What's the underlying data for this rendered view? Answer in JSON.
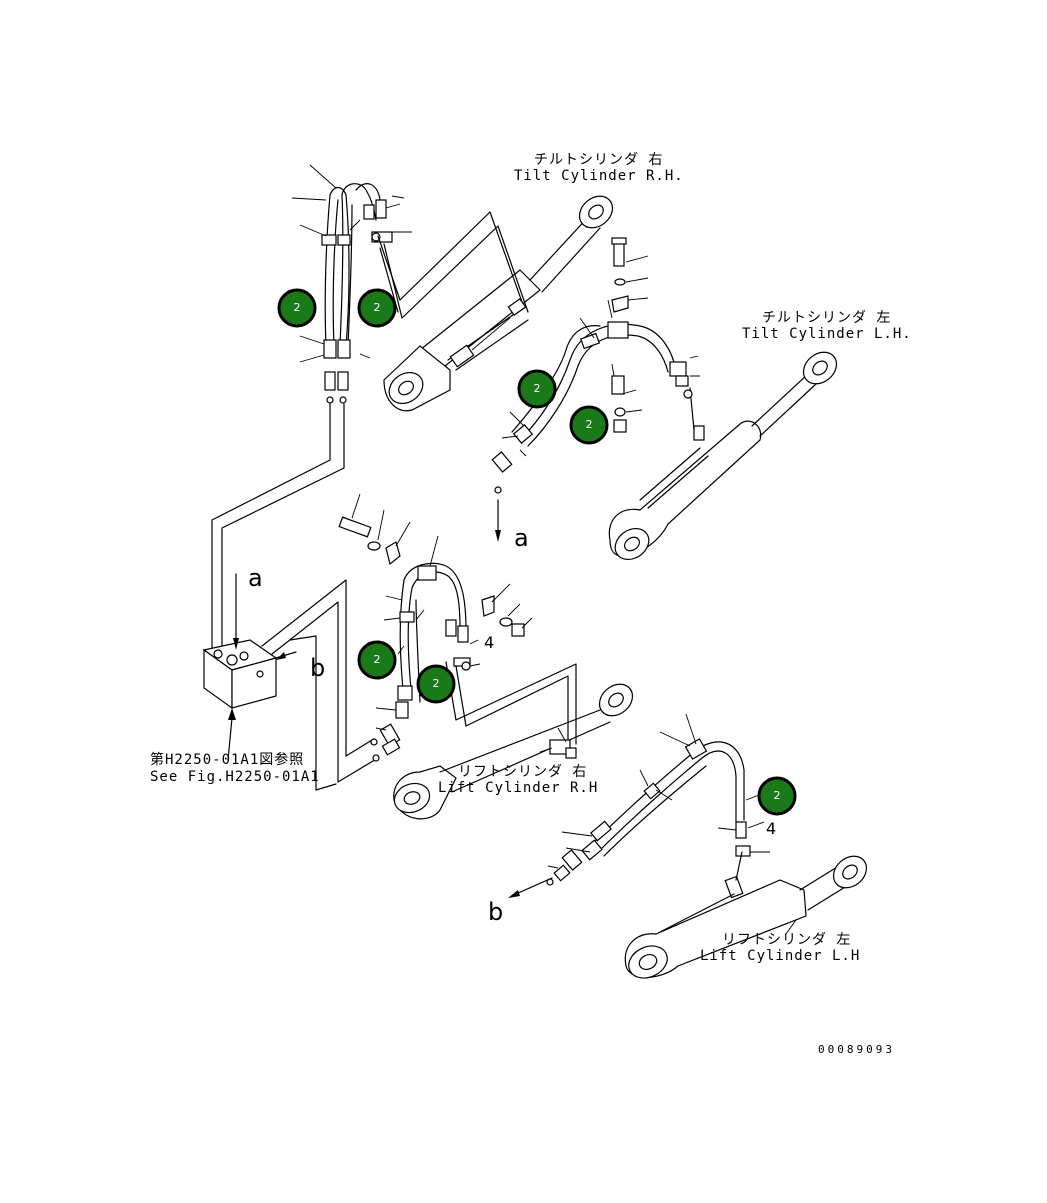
{
  "labels": {
    "tilt_rh_jp": "チルトシリンダ 右",
    "tilt_rh_en": "Tilt Cylinder R.H.",
    "tilt_lh_jp": "チルトシリンダ 左",
    "tilt_lh_en": "Tilt Cylinder L.H.",
    "lift_rh_jp": "リフトシリンダ 右",
    "lift_rh_en": "Lift Cylinder R.H",
    "lift_lh_jp": "リフトシリンダ 左",
    "lift_lh_en": "Lift Cylinder L.H",
    "ref_jp": "第H2250-01A1図参照",
    "ref_en": "See Fig.H2250-01A1",
    "arrow_a": "a",
    "arrow_b": "b",
    "part_4": "4",
    "drawing_code": "00089093"
  },
  "markers": [
    "2",
    "2",
    "2",
    "2",
    "2",
    "2",
    "2"
  ],
  "colors": {
    "marker_fill": "#1a7a1a",
    "line": "#000000",
    "background": "#ffffff"
  }
}
